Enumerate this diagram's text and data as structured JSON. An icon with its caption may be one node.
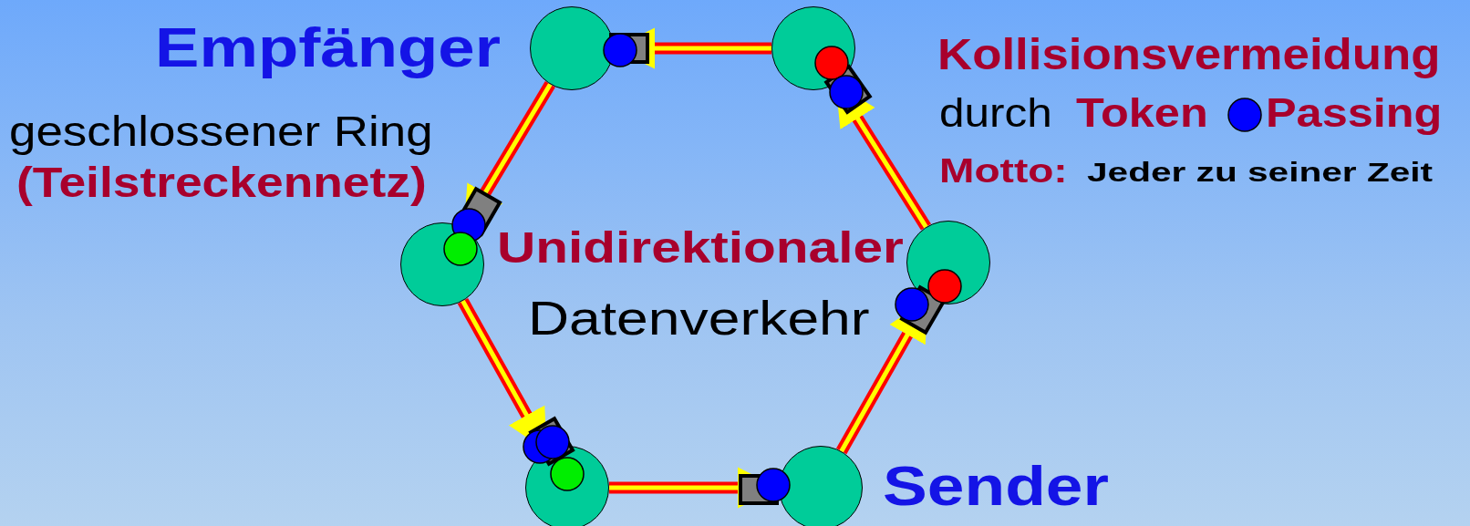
{
  "diagram": {
    "nodes": [
      {
        "text": [],
        "shape": "circle",
        "beside": [
          "Empfänger"
        ]
      },
      {
        "text": [],
        "shape": "circle"
      },
      {
        "text": [],
        "shape": "circle"
      },
      {
        "text": [],
        "shape": "circle"
      },
      {
        "text": [],
        "shape": "circle"
      },
      {
        "text": [],
        "shape": "circle",
        "beside": [
          "Sender"
        ]
      }
    ],
    "edges": [
      {
        "from": 1,
        "to": 0,
        "arrow": "to"
      },
      {
        "from": 0,
        "to": 2,
        "arrow": "to"
      },
      {
        "from": 2,
        "to": 4,
        "arrow": "to"
      },
      {
        "from": 4,
        "to": 5,
        "arrow": "to"
      },
      {
        "from": 5,
        "to": 3,
        "arrow": "to"
      },
      {
        "from": 3,
        "to": 1,
        "arrow": "to"
      }
    ],
    "labels": [
      "Kollisionsvermeidung",
      "durch",
      "Token",
      "Passing",
      "geschlossener Ring",
      "(Teilstreckennetz)",
      "Motto:",
      "Jeder zu seiner Zeit",
      "Unidirektionaler",
      "Datenverkehr"
    ]
  }
}
